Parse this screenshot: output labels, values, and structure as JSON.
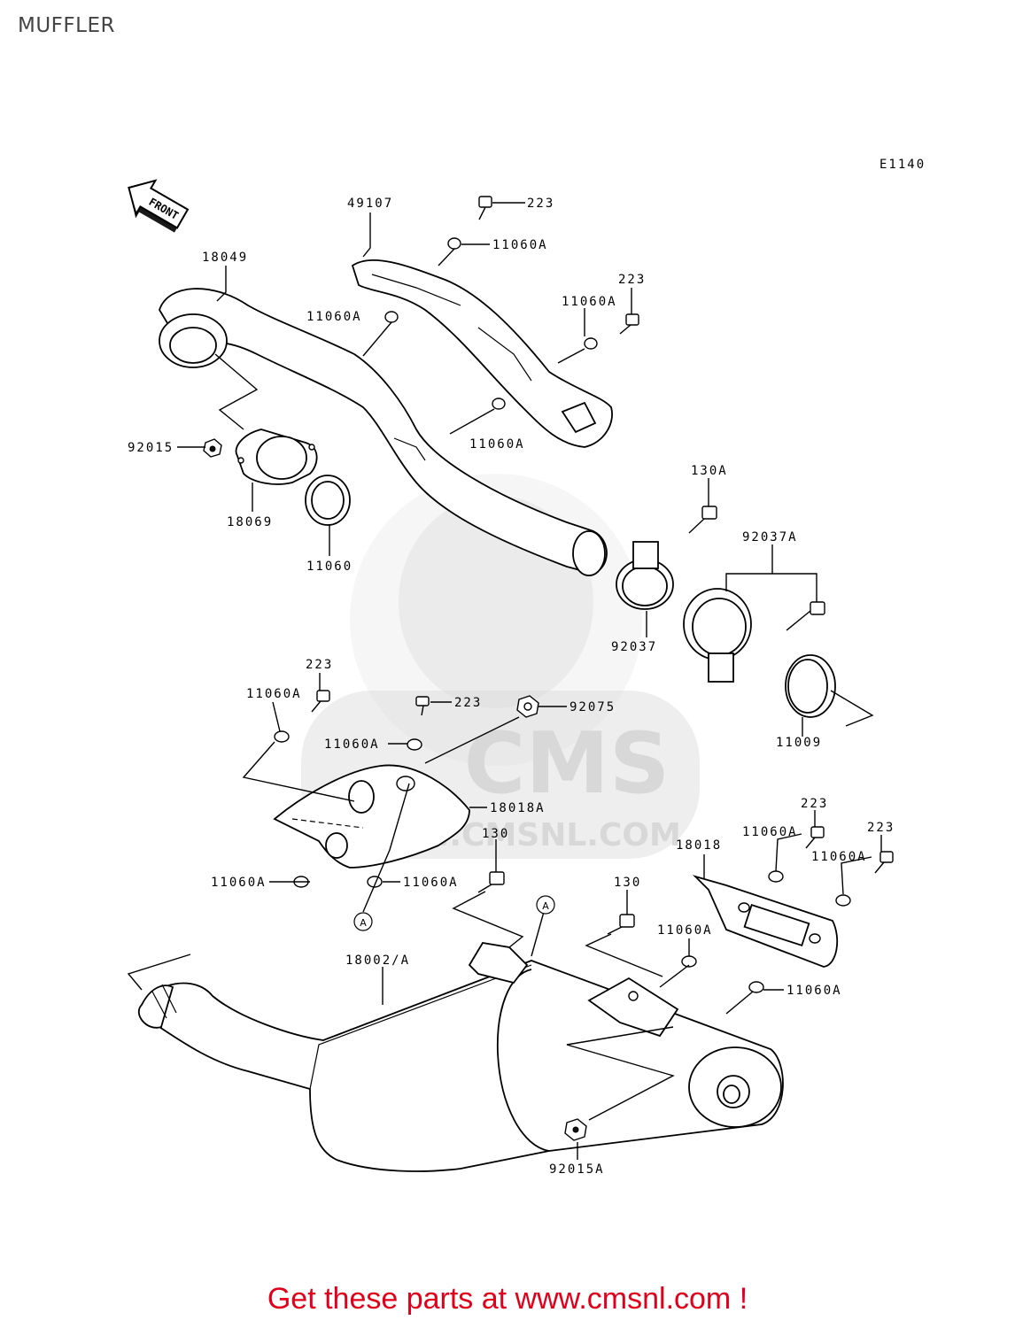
{
  "page": {
    "title": "MUFFLER",
    "footer_cta": "Get these parts at www.cmsnl.com !"
  },
  "diagram": {
    "ref_code": "E1140",
    "front_arrow_label": "FRONT",
    "watermark": {
      "brand": "CMS",
      "url": "WWW.CMSNL.COM"
    },
    "labels": {
      "p49107": "49107",
      "p223_a": "223",
      "p11060A_a": "11060A",
      "p18049": "18049",
      "p11060A_b": "11060A",
      "p223_b": "223",
      "p11060A_c": "11060A",
      "p11060A_d": "11060A",
      "p92015": "92015",
      "p18069": "18069",
      "p11060": "11060",
      "p130A": "130A",
      "p92037A": "92037A",
      "p92037": "92037",
      "p11009": "11009",
      "p223_c": "223",
      "p11060A_e": "11060A",
      "p223_d": "223",
      "p92075": "92075",
      "p11060A_f": "11060A",
      "p18018A": "18018A",
      "p11060A_g": "11060A",
      "p11060A_h": "11060A",
      "p130_a": "130",
      "pA_1": "A",
      "pA_2": "A",
      "p18018": "18018",
      "p223_e": "223",
      "p223_f": "223",
      "p11060A_i": "11060A",
      "p11060A_j": "11060A",
      "p130_b": "130",
      "p11060A_k": "11060A",
      "p18002A": "18002/A",
      "p11060A_l": "11060A",
      "p92015A": "92015A"
    }
  }
}
